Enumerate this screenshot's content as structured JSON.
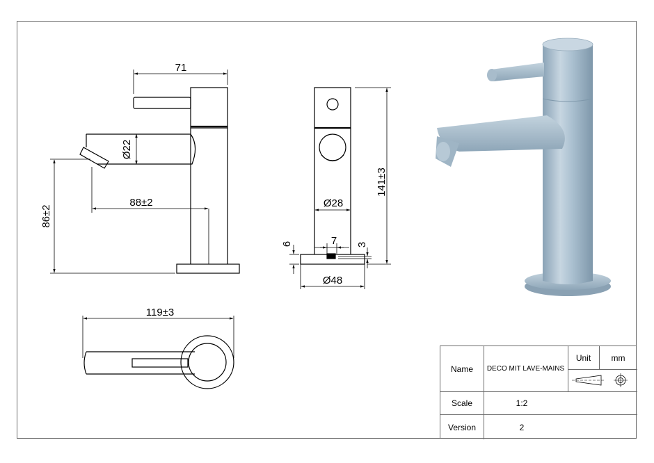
{
  "drawing": {
    "dimensions": {
      "top_width": "71",
      "spout_dia": "Ø22",
      "spout_reach": "88±2",
      "spout_height": "86±2",
      "body_dia": "Ø28",
      "total_height": "141±3",
      "hole_7": "7",
      "side_6": "6",
      "side_3": "3",
      "base_dia": "Ø48",
      "total_length": "119±3"
    }
  },
  "title_block": {
    "name_label": "Name",
    "name_value": "DECO MIT LAVE-MAINS",
    "unit_label": "Unit",
    "unit_value": "mm",
    "scale_label": "Scale",
    "scale_value": "1:2",
    "version_label": "Version",
    "version_value": "2"
  }
}
